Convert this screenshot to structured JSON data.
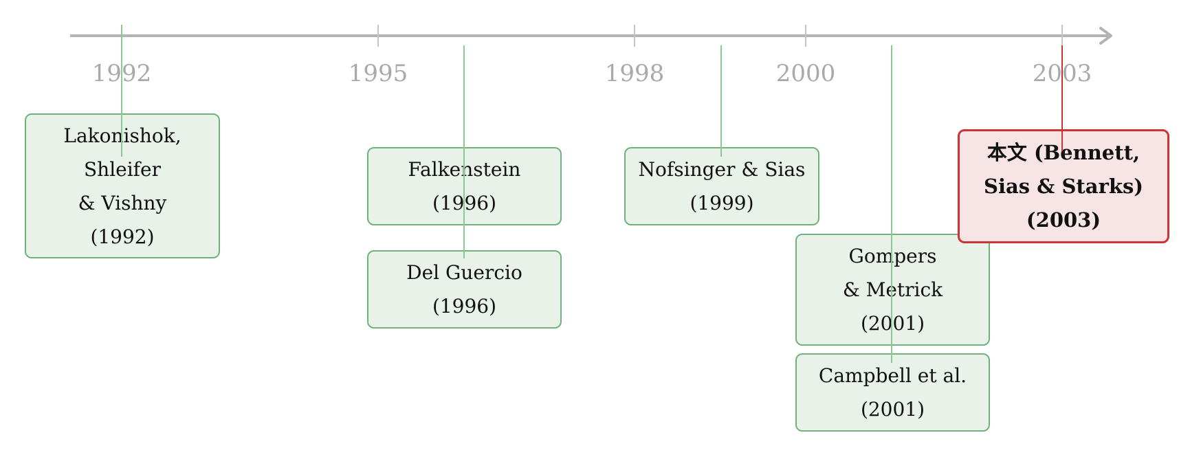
{
  "timeline": {
    "axis_color": "#b3b3b3",
    "tick_color": "#c4c4c4",
    "label_color": "#a9a9a9",
    "years": [
      "1992",
      "1995",
      "1998",
      "2000",
      "2003"
    ]
  },
  "colors": {
    "box_border": "#6fb27a",
    "box_fill": "#e8f2e8",
    "connector": "#8ec796",
    "highlight_border": "#cc3333",
    "highlight_fill": "#f7e4e4",
    "highlight_connector": "#cc3333"
  },
  "events": [
    {
      "id": "lakonishok",
      "year": "1992",
      "label": "Lakonishok,\nShleifer\n& Vishny\n(1992)",
      "highlight": false
    },
    {
      "id": "falkenstein",
      "year": "1996",
      "label": "Falkenstein\n(1996)",
      "highlight": false
    },
    {
      "id": "del-guercio",
      "year": "1996",
      "label": "Del Guercio\n(1996)",
      "highlight": false
    },
    {
      "id": "nofsinger-sias",
      "year": "1999",
      "label": "Nofsinger & Sias\n(1999)",
      "highlight": false
    },
    {
      "id": "gompers-metrick",
      "year": "2001",
      "label": "Gompers\n& Metrick\n(2001)",
      "highlight": false
    },
    {
      "id": "campbell",
      "year": "2001",
      "label": "Campbell et al.\n(2001)",
      "highlight": false
    },
    {
      "id": "this-paper",
      "year": "2003",
      "label": "本文 (Bennett,\nSias & Starks)\n(2003)",
      "highlight": true
    }
  ]
}
